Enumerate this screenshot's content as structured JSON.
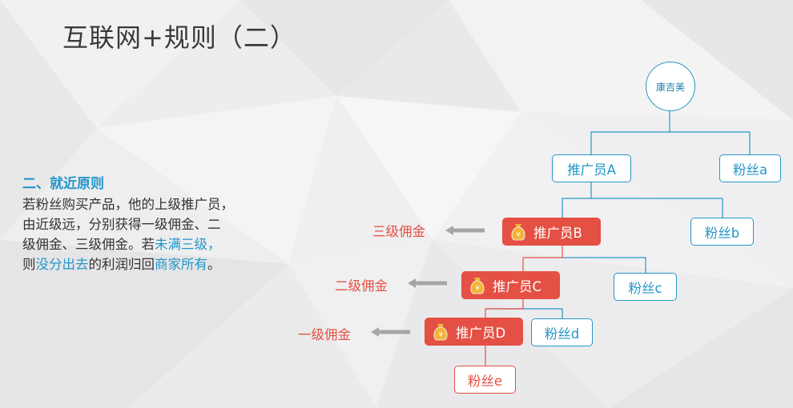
{
  "slide": {
    "title": "互联网+规则（二）"
  },
  "description": {
    "heading": "二、就近原则",
    "line1": "若粉丝购买产品，他的上级推广员，",
    "line2": "由近级远，分别获得一级佣金、二",
    "line3a": "级佣金、三级佣金。若",
    "line3b": "未满三级",
    "line3c": "，",
    "line4a": "则",
    "line4b": "没分出去",
    "line4c": "的利润归回",
    "line4d": "商家所有",
    "line4e": "。"
  },
  "tree": {
    "root": "康吉美",
    "promoter_a": "推广员A",
    "fan_a": "粉丝a",
    "promoter_b": "推广员B",
    "fan_b": "粉丝b",
    "promoter_c": "推广员C",
    "fan_c": "粉丝c",
    "promoter_d": "推广员D",
    "fan_d": "粉丝d",
    "fan_e": "粉丝e"
  },
  "commissions": {
    "level3": "三级佣金",
    "level2": "二级佣金",
    "level1": "一级佣金"
  },
  "colors": {
    "accent_blue": "#2596c9",
    "commission_red": "#e45044",
    "arrow_gray": "#a6a6a6",
    "money_bag_gold": "#f3b43a"
  },
  "icons": {
    "money_bag": "money-bag-icon",
    "arrow_left": "arrow-left-icon"
  }
}
